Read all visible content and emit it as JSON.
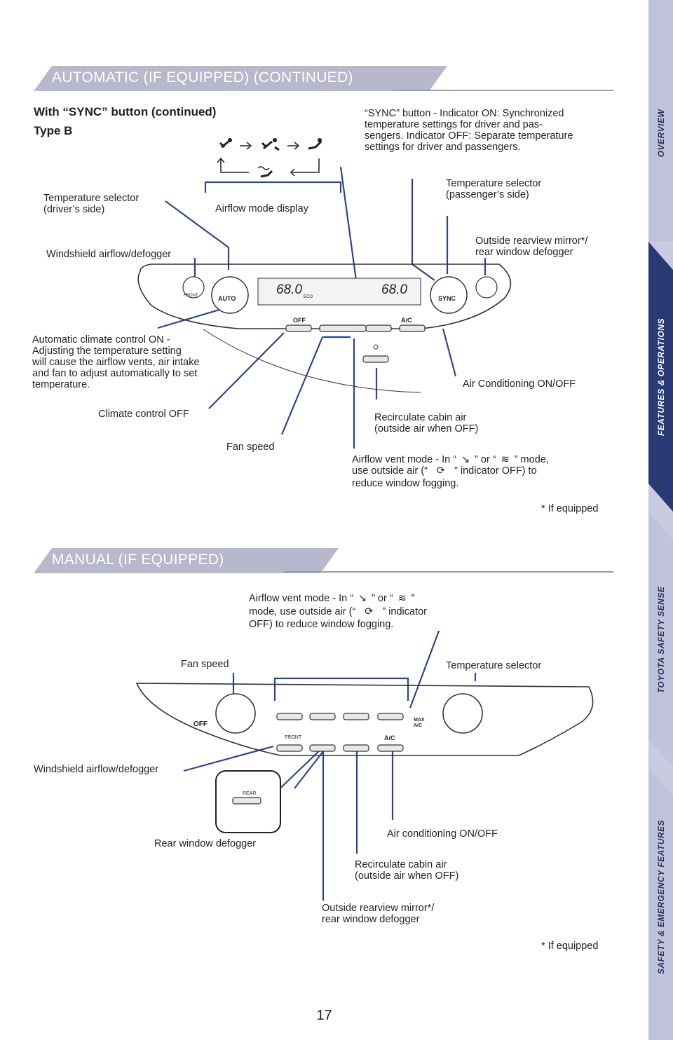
{
  "sidebar": {
    "tabs": [
      {
        "label": "OVERVIEW",
        "active": false
      },
      {
        "label": "FEATURES & OPERATIONS",
        "active": true
      },
      {
        "label": "TOYOTA SAFETY SENSE",
        "active": false
      },
      {
        "label": "SAFETY & EMERGENCY FEATURES",
        "active": false
      }
    ]
  },
  "auto_section": {
    "banner": "AUTOMATIC (IF EQUIPPED) (CONTINUED)",
    "heading": "With “SYNC” button (continued)",
    "subheading": "Type B",
    "labels": {
      "sync_button": "“SYNC” button - Indicator ON: Synchronized\ntemperature settings for driver and pas-\nsengers. Indicator OFF: Separate temperature\nsettings for driver and passengers.",
      "temp_driver": "Temperature selector\n(driver’s side)",
      "airflow_display": "Airflow mode display",
      "temp_passenger": "Temperature selector\n(passenger’s side)",
      "mirror_defogger": "Outside rearview mirror*/\nrear window defogger",
      "windshield": "Windshield airflow/defogger",
      "auto_climate": "Automatic climate control ON -\nAdjusting the temperature setting\nwill cause the airflow vents, air intake\nand fan to adjust automatically to set\ntemperature.",
      "climate_off": "Climate control OFF",
      "fan_speed": "Fan speed",
      "air_conditioning": "Air Conditioning ON/OFF",
      "recirculate": "Recirculate cabin air\n(outside air when OFF)",
      "airflow_vent_1": "Airflow vent mode - In “",
      "airflow_vent_2": "” or “",
      "airflow_vent_3": "” mode,",
      "airflow_vent_4": "use outside air (“",
      "airflow_vent_5": "” indicator OFF) to",
      "airflow_vent_6": "reduce window fogging.",
      "footnote": "* If equipped"
    },
    "panel": {
      "temp_left": "68.0",
      "temp_right": "68.0",
      "eco": "ECO",
      "auto_btn": "AUTO",
      "sync_btn": "SYNC",
      "front": "FRONT",
      "off": "OFF",
      "ac": "A/C"
    }
  },
  "manual_section": {
    "banner": "MANUAL (IF EQUIPPED)",
    "labels": {
      "airflow_vent_1": "Airflow vent mode - In “",
      "airflow_vent_2": "” or “",
      "airflow_vent_3": "”",
      "airflow_vent_4": "mode, use outside air (“",
      "airflow_vent_5": "” indicator",
      "airflow_vent_6": "OFF) to reduce window fogging.",
      "fan_speed": "Fan speed",
      "temp_selector": "Temperature selector",
      "windshield": "Windshield airflow/defogger",
      "rear_defogger": "Rear window defogger",
      "air_conditioning": "Air conditioning ON/OFF",
      "recirculate": "Recirculate cabin air\n(outside air when OFF)",
      "mirror_defogger": "Outside rearview mirror*/\nrear window defogger",
      "footnote": "* If equipped"
    },
    "panel": {
      "off": "OFF",
      "max_ac": "MAX\nA/C",
      "front": "FRONT",
      "ac": "A/C",
      "rear": "REAR"
    }
  },
  "page_number": "17"
}
